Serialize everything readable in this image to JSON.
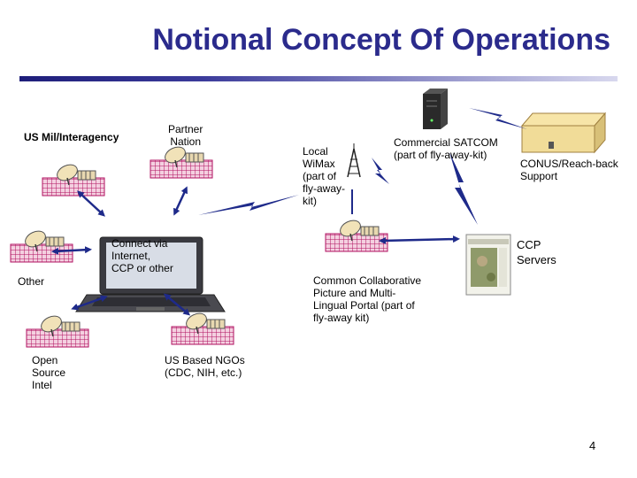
{
  "title": "Notional Concept Of Operations",
  "nodes": {
    "us_mil": "US Mil/Interagency",
    "partner": "Partner\nNation",
    "local_wimax": "Local\nWiMax\n(part of\nfly-away-\nkit)",
    "satcom": "Commercial SATCOM\n(part of fly-away-kit)",
    "conus": "CONUS/Reach-back\nSupport",
    "connect": "Connect via\nInternet,\nCCP or other",
    "ccp_servers": "CCP\nServers",
    "other": "Other",
    "portal": "Common Collaborative\nPicture and Multi-\nLingual Portal (part of\nfly-away kit)",
    "open_source": "Open\nSource\nIntel",
    "ngos": "US Based NGOs\n(CDC, NIH, etc.)"
  },
  "page_number": "4",
  "colors": {
    "title": "#2b2b8c",
    "arrow": "#1e2a8a",
    "grid": "#b01060",
    "laptop": "#3a3a40",
    "gold": "#c8a060"
  },
  "icons": [
    "satellite-dish-icon",
    "server-tower-icon",
    "radio-tower-icon",
    "laptop-icon",
    "network-device-icon",
    "lightning-bolt-icon",
    "screenshot-thumbnail"
  ]
}
